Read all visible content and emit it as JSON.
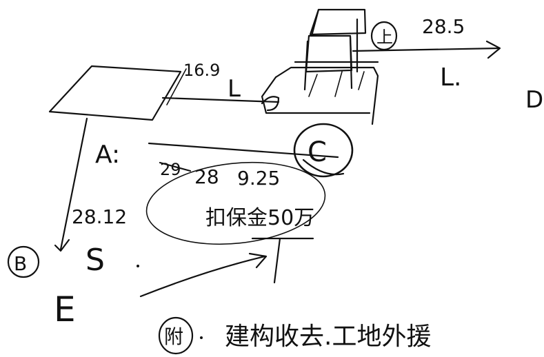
{
  "labels": {
    "value_top_left": "16.9",
    "L_mid": "L",
    "point_A": "A:",
    "value_top_right": "28.5",
    "circled_top": "上",
    "L_right": "L.",
    "D_label": "D",
    "circled_C": "C",
    "struck_value": "29",
    "oval_line1_a": "28",
    "oval_line1_b": "9.25",
    "oval_line2": "扣保金50万",
    "value_left": "28.12",
    "circled_bottom_left": "B",
    "S_label": "S",
    "E_label": "E",
    "circled_bottom": "附",
    "bottom_note": "建构收去.工地外援"
  },
  "colors": {
    "ink": "#111111",
    "paper": "#ffffff"
  }
}
